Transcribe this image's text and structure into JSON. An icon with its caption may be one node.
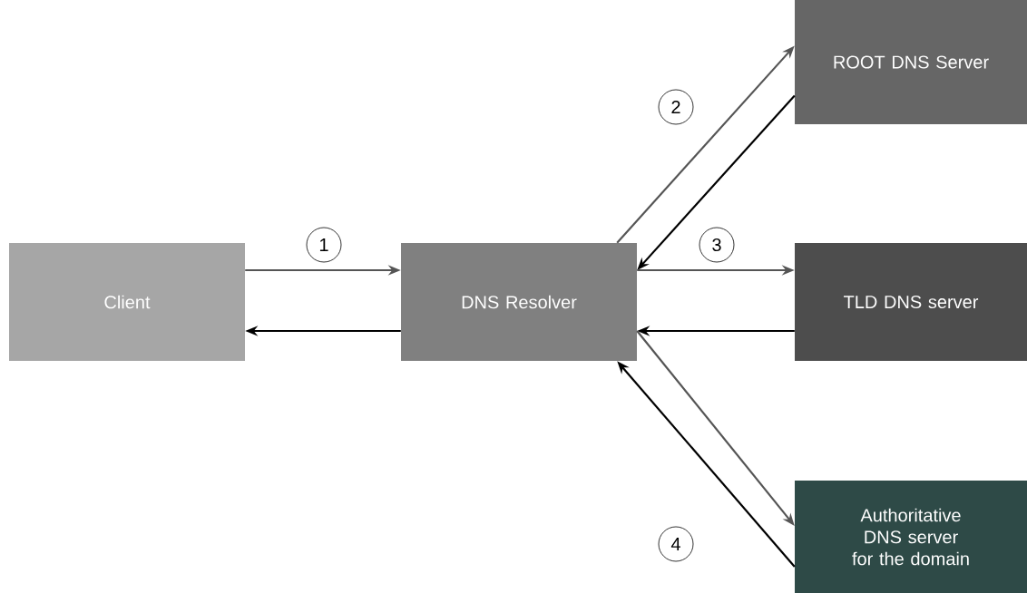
{
  "diagram": {
    "nodes": [
      {
        "text": [
          "Client"
        ]
      },
      {
        "text": [
          "DNS Resolver"
        ]
      },
      {
        "text": [
          "ROOT DNS Server"
        ]
      },
      {
        "text": [
          "TLD DNS server"
        ]
      },
      {
        "text": [
          "Authoritative DNS server for the domain"
        ]
      }
    ],
    "edges": [
      {
        "from": 0,
        "to": 1,
        "arrow": "to",
        "label": "1",
        "color": "#555555"
      },
      {
        "from": 1,
        "to": 0,
        "arrow": "to",
        "color": "#000000"
      },
      {
        "from": 1,
        "to": 2,
        "arrow": "to",
        "label": "2",
        "color": "#555555"
      },
      {
        "from": 2,
        "to": 1,
        "arrow": "to",
        "color": "#000000"
      },
      {
        "from": 1,
        "to": 3,
        "arrow": "to",
        "label": "3",
        "color": "#555555"
      },
      {
        "from": 3,
        "to": 1,
        "arrow": "to",
        "color": "#000000"
      },
      {
        "from": 1,
        "to": 4,
        "arrow": "to",
        "color": "#555555"
      },
      {
        "from": 4,
        "to": 1,
        "arrow": "to",
        "label": "4",
        "color": "#000000"
      }
    ]
  }
}
